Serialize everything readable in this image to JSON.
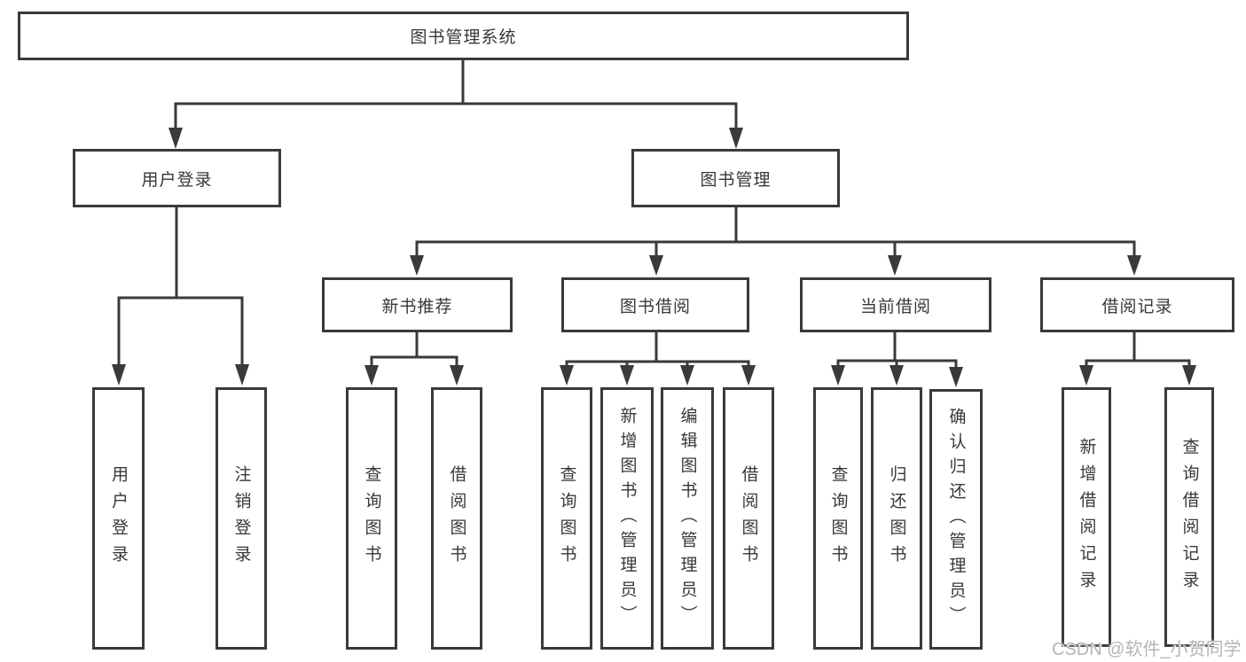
{
  "diagram": {
    "root": {
      "label": "图书管理系统"
    },
    "branches": [
      {
        "label": "用户登录",
        "children": [
          {
            "label": "用户登录"
          },
          {
            "label": "注销登录"
          }
        ]
      },
      {
        "label": "图书管理",
        "groups": [
          {
            "label": "新书推荐",
            "children": [
              {
                "label": "查询图书"
              },
              {
                "label": "借阅图书"
              }
            ]
          },
          {
            "label": "图书借阅",
            "children": [
              {
                "label": "查询图书"
              },
              {
                "label": "新增图书（管理员）"
              },
              {
                "label": "编辑图书（管理员）"
              },
              {
                "label": "借阅图书"
              }
            ]
          },
          {
            "label": "当前借阅",
            "children": [
              {
                "label": "查询图书"
              },
              {
                "label": "归还图书"
              },
              {
                "label": "确认归还（管理员）"
              }
            ]
          },
          {
            "label": "借阅记录",
            "children": [
              {
                "label": "新增借阅记录"
              },
              {
                "label": "查询借阅记录"
              }
            ]
          }
        ]
      }
    ]
  },
  "watermark": {
    "text": "CSDN @软件_小贺同学"
  },
  "colors": {
    "line": "#3a3a3a",
    "text": "#383838",
    "background": "#ffffff",
    "watermark": "#b5b5b5"
  }
}
